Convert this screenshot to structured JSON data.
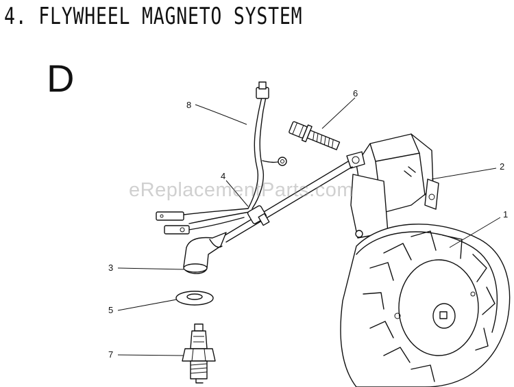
{
  "header": {
    "title": "4.  FLYWHEEL MAGNETO SYSTEM",
    "section_letter": "D"
  },
  "watermark": "eReplacementParts.com",
  "callouts": [
    {
      "number": "1",
      "part": "flywheel"
    },
    {
      "number": "2",
      "part": "ignition-coil"
    },
    {
      "number": "3",
      "part": "spark-plug-cap"
    },
    {
      "number": "4",
      "part": "clamp"
    },
    {
      "number": "5",
      "part": "washer"
    },
    {
      "number": "6",
      "part": "bolt"
    },
    {
      "number": "7",
      "part": "spark-plug"
    },
    {
      "number": "8",
      "part": "wire-harness"
    }
  ]
}
